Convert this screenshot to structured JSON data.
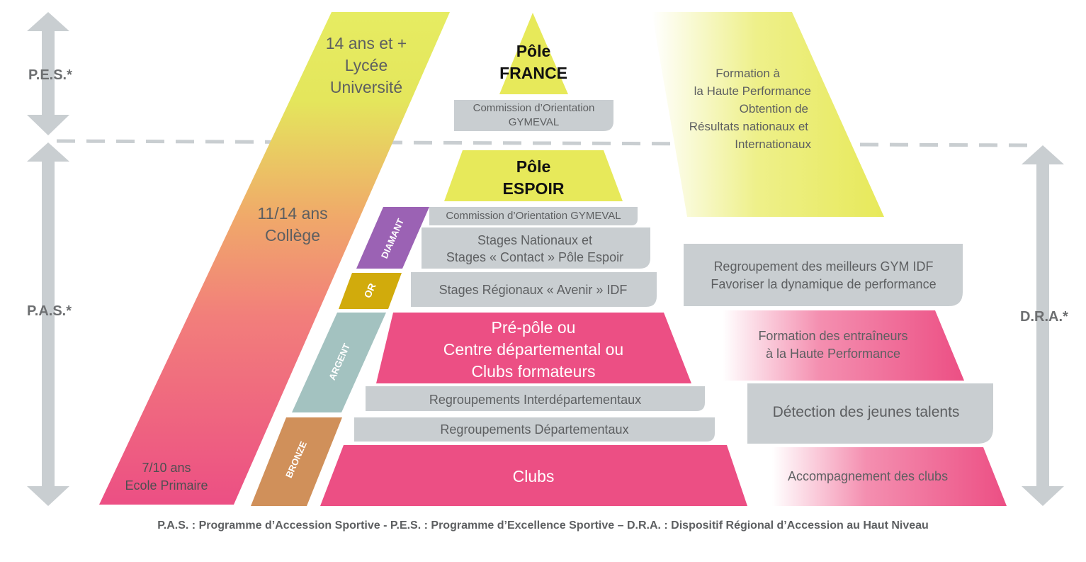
{
  "colors": {
    "grey": "#c9ced1",
    "yellow": "#e7e95a",
    "pink": "#ec4f84",
    "orange": "#f0a45f",
    "purple": "#9b62b4",
    "gold": "#d1ab0c",
    "teal": "#a3c2c0",
    "bronze": "#d0905a",
    "text_grey": "#5d5f61"
  },
  "side_labels": {
    "pes": "P.E.S.*",
    "pas": "P.A.S.*",
    "dra": "D.R.A.*"
  },
  "ages": {
    "lycee": [
      "14 ans et +",
      "Lycée",
      "Université"
    ],
    "college": [
      "11/14 ans",
      "Collège"
    ],
    "primaire": [
      "7/10 ans",
      "Ecole Primaire"
    ]
  },
  "pyramid": {
    "pole_france": [
      "Pôle",
      "FRANCE"
    ],
    "commission_1": [
      "Commission d’Orientation",
      "GYMEVAL"
    ],
    "pole_espoir": [
      "Pôle",
      "ESPOIR"
    ],
    "commission_2": "Commission d’Orientation GYMEVAL",
    "stages_nationaux": [
      "Stages Nationaux et",
      "Stages « Contact » Pôle Espoir"
    ],
    "stages_regionaux": "Stages Régionaux « Avenir » IDF",
    "pre_pole": [
      "Pré-pôle ou",
      "Centre départemental ou",
      "Clubs formateurs"
    ],
    "interdep": "Regroupements Interdépartementaux",
    "dep": "Regroupements Départementaux",
    "clubs": "Clubs"
  },
  "levels": {
    "diamant": "DIAMANT",
    "or": "OR",
    "argent": "ARGENT",
    "bronze": "BRONZE"
  },
  "right": {
    "formation_hp": [
      "Formation à",
      "la Haute Performance",
      "Obtention de",
      "Résultats nationaux et",
      "Internationaux"
    ],
    "regroupement": [
      "Regroupement des meilleurs GYM IDF",
      "Favoriser la dynamique de performance"
    ],
    "formation_entraineurs": [
      "Formation des  entraîneurs",
      "à la Haute Performance"
    ],
    "detection": "Détection des jeunes talents",
    "accompagnement": "Accompagnement des clubs"
  },
  "legend": "P.A.S. : Programme d’Accession Sportive - P.E.S. : Programme d’Excellence Sportive – D.R.A. :  Dispositif Régional d’Accession au Haut Niveau"
}
